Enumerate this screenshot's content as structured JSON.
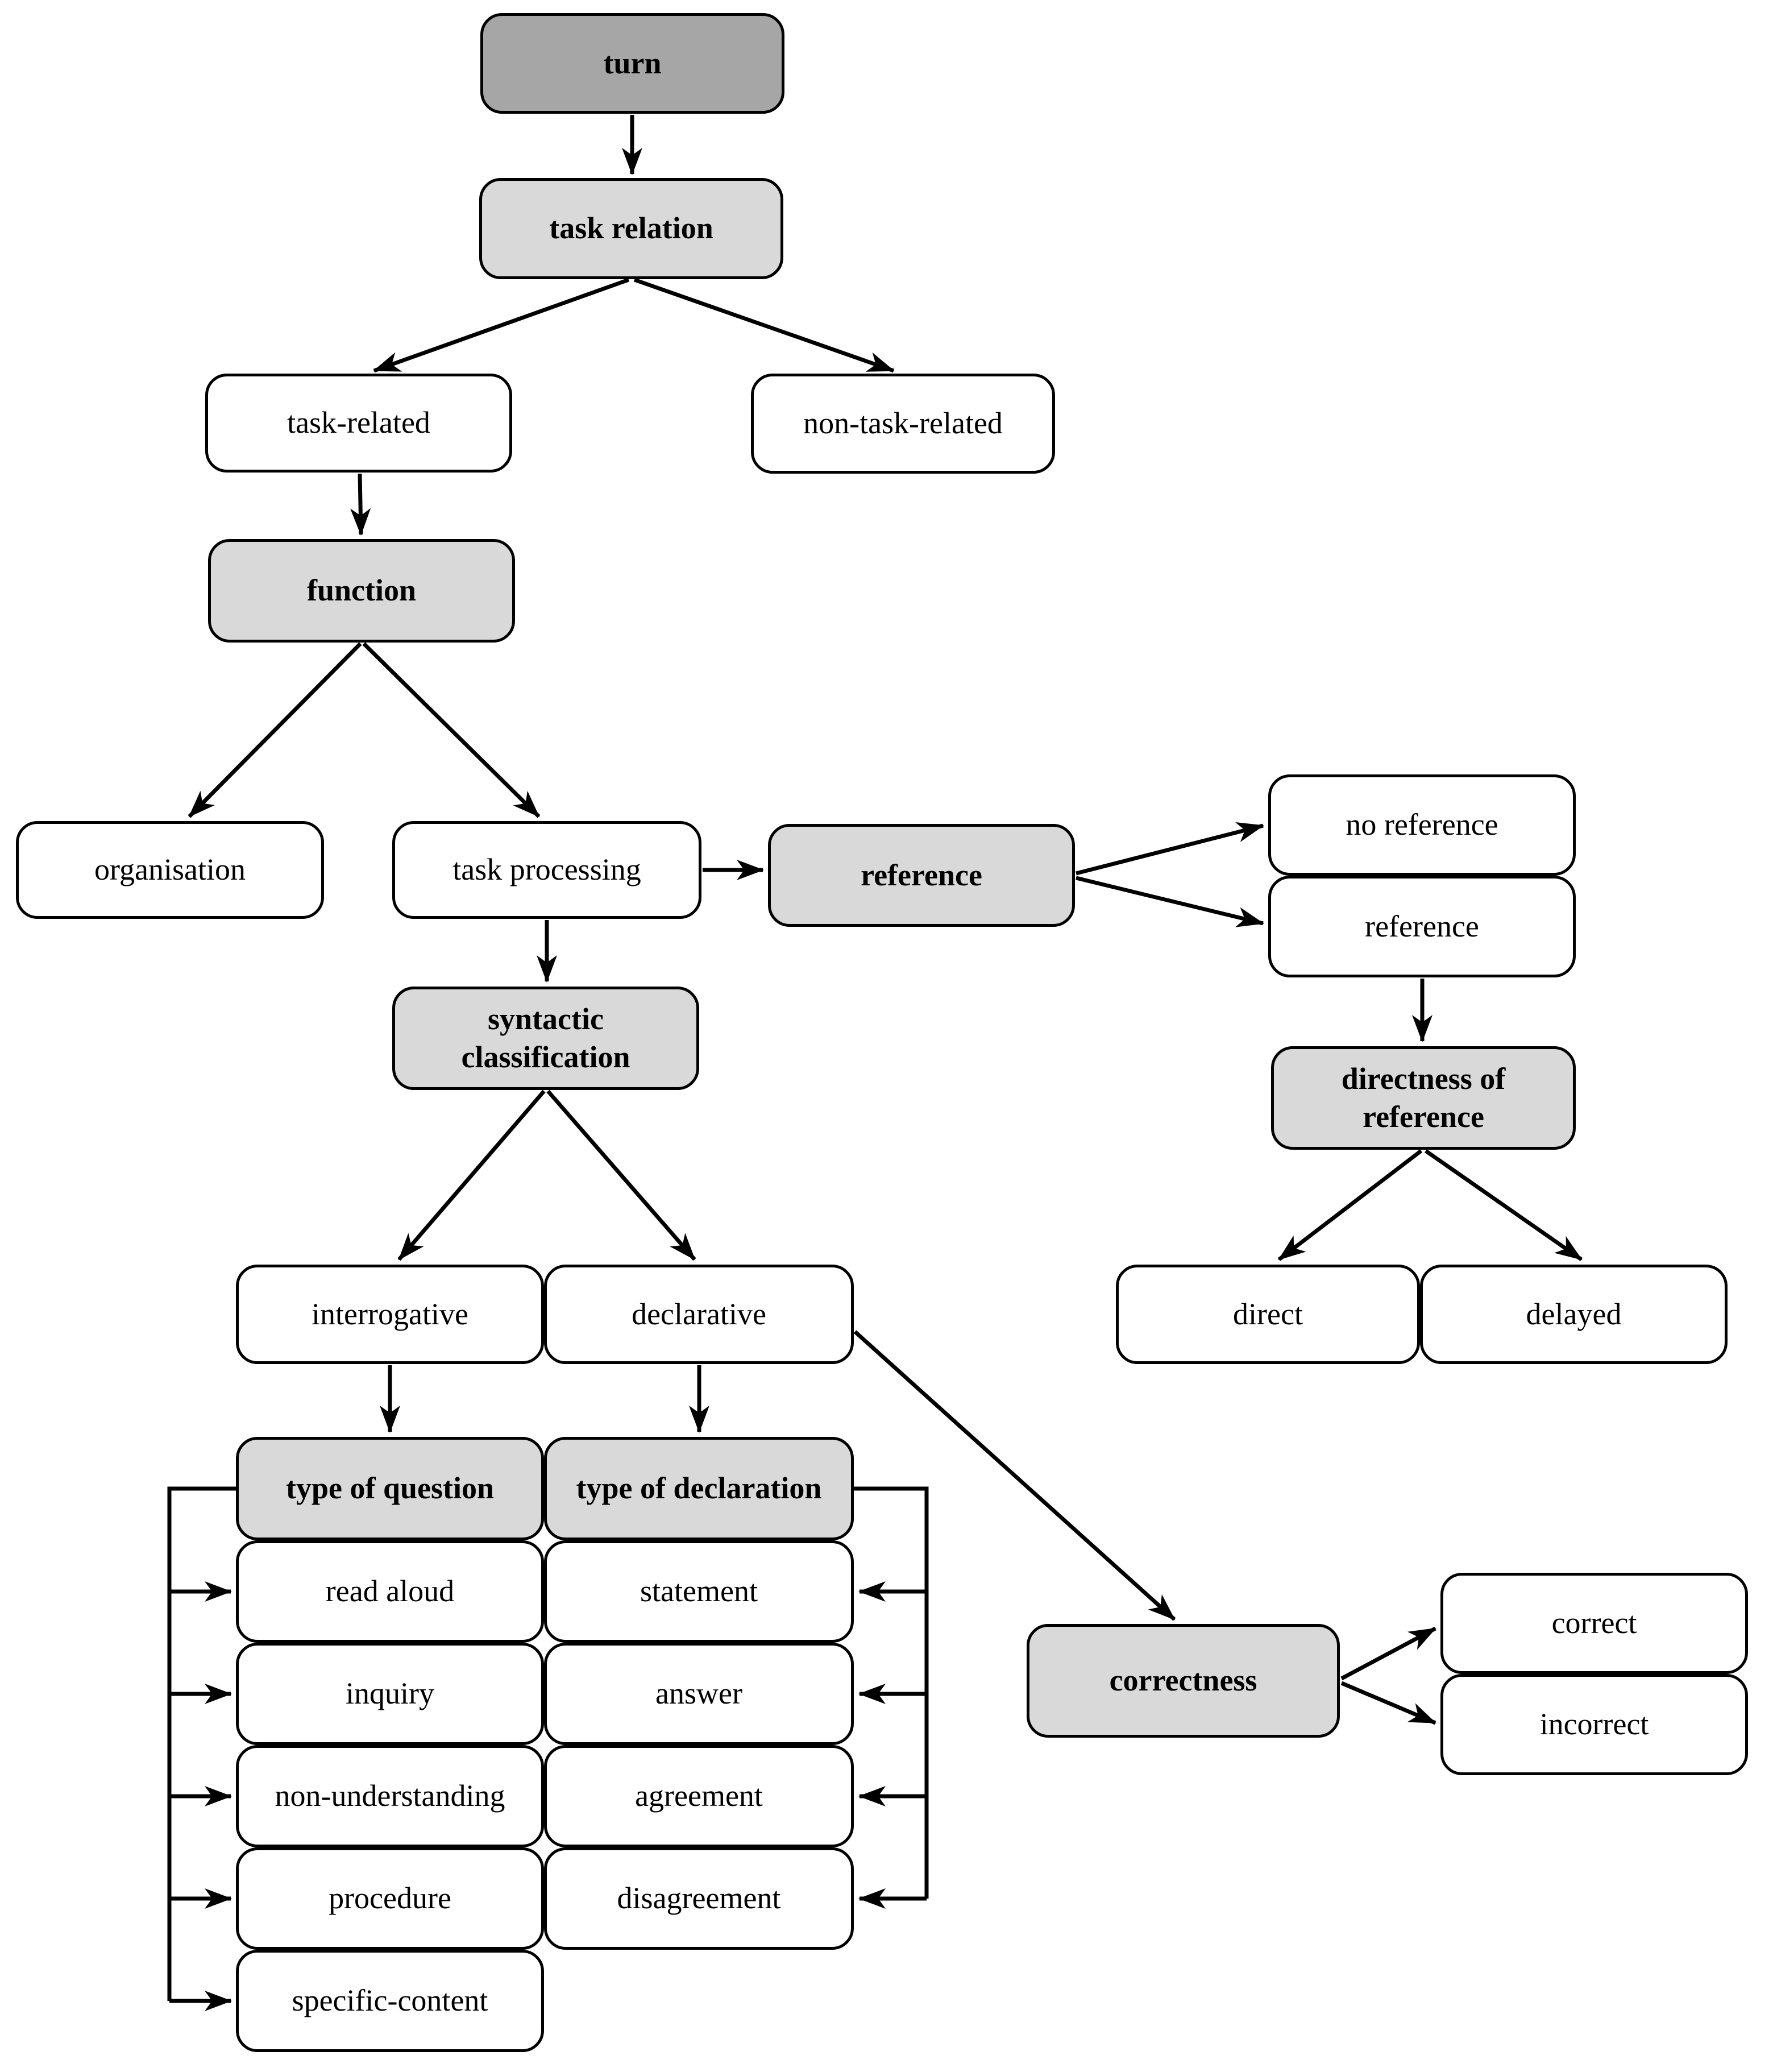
{
  "diagram": {
    "background": "#ffffff",
    "colors": {
      "root_fill": "#a6a6a6",
      "category_fill": "#d9d9d9",
      "leaf_fill": "#ffffff",
      "border": "#000000",
      "arrow": "#000000"
    },
    "nodes": {
      "turn": "turn",
      "task_relation": "task relation",
      "task_related": "task-related",
      "non_task_related": "non-task-related",
      "function": "function",
      "organisation": "organisation",
      "task_processing": "task processing",
      "reference_category": "reference",
      "no_reference": "no reference",
      "reference": "reference",
      "directness_of_reference": "directness of reference",
      "direct": "direct",
      "delayed": "delayed",
      "syntactic_classification": "syntactic classification",
      "interrogative": "interrogative",
      "declarative": "declarative",
      "type_of_question": "type of question",
      "type_of_declaration": "type of declaration",
      "read_aloud": "read aloud",
      "statement": "statement",
      "inquiry": "inquiry",
      "answer": "answer",
      "non_understanding": "non-understanding",
      "agreement": "agreement",
      "procedure": "procedure",
      "disagreement": "disagreement",
      "specific_content": "specific-content",
      "correctness": "correctness",
      "correct": "correct",
      "incorrect": "incorrect"
    },
    "edges": [
      {
        "from": "turn",
        "to": "task_relation"
      },
      {
        "from": "task_relation",
        "to": "task_related"
      },
      {
        "from": "task_relation",
        "to": "non_task_related"
      },
      {
        "from": "task_related",
        "to": "function"
      },
      {
        "from": "function",
        "to": "organisation"
      },
      {
        "from": "function",
        "to": "task_processing"
      },
      {
        "from": "task_processing",
        "to": "reference_category"
      },
      {
        "from": "reference_category",
        "to": "no_reference"
      },
      {
        "from": "reference_category",
        "to": "reference"
      },
      {
        "from": "reference",
        "to": "directness_of_reference"
      },
      {
        "from": "directness_of_reference",
        "to": "direct"
      },
      {
        "from": "directness_of_reference",
        "to": "delayed"
      },
      {
        "from": "task_processing",
        "to": "syntactic_classification"
      },
      {
        "from": "syntactic_classification",
        "to": "interrogative"
      },
      {
        "from": "syntactic_classification",
        "to": "declarative"
      },
      {
        "from": "interrogative",
        "to": "type_of_question"
      },
      {
        "from": "declarative",
        "to": "type_of_declaration"
      },
      {
        "from": "declarative",
        "to": "correctness"
      },
      {
        "from": "correctness",
        "to": "correct"
      },
      {
        "from": "correctness",
        "to": "incorrect"
      },
      {
        "from": "type_of_question",
        "to": "read_aloud"
      },
      {
        "from": "type_of_question",
        "to": "inquiry"
      },
      {
        "from": "type_of_question",
        "to": "non_understanding"
      },
      {
        "from": "type_of_question",
        "to": "procedure"
      },
      {
        "from": "type_of_question",
        "to": "specific_content"
      },
      {
        "from": "type_of_declaration",
        "to": "statement"
      },
      {
        "from": "type_of_declaration",
        "to": "answer"
      },
      {
        "from": "type_of_declaration",
        "to": "agreement"
      },
      {
        "from": "type_of_declaration",
        "to": "disagreement"
      }
    ]
  }
}
